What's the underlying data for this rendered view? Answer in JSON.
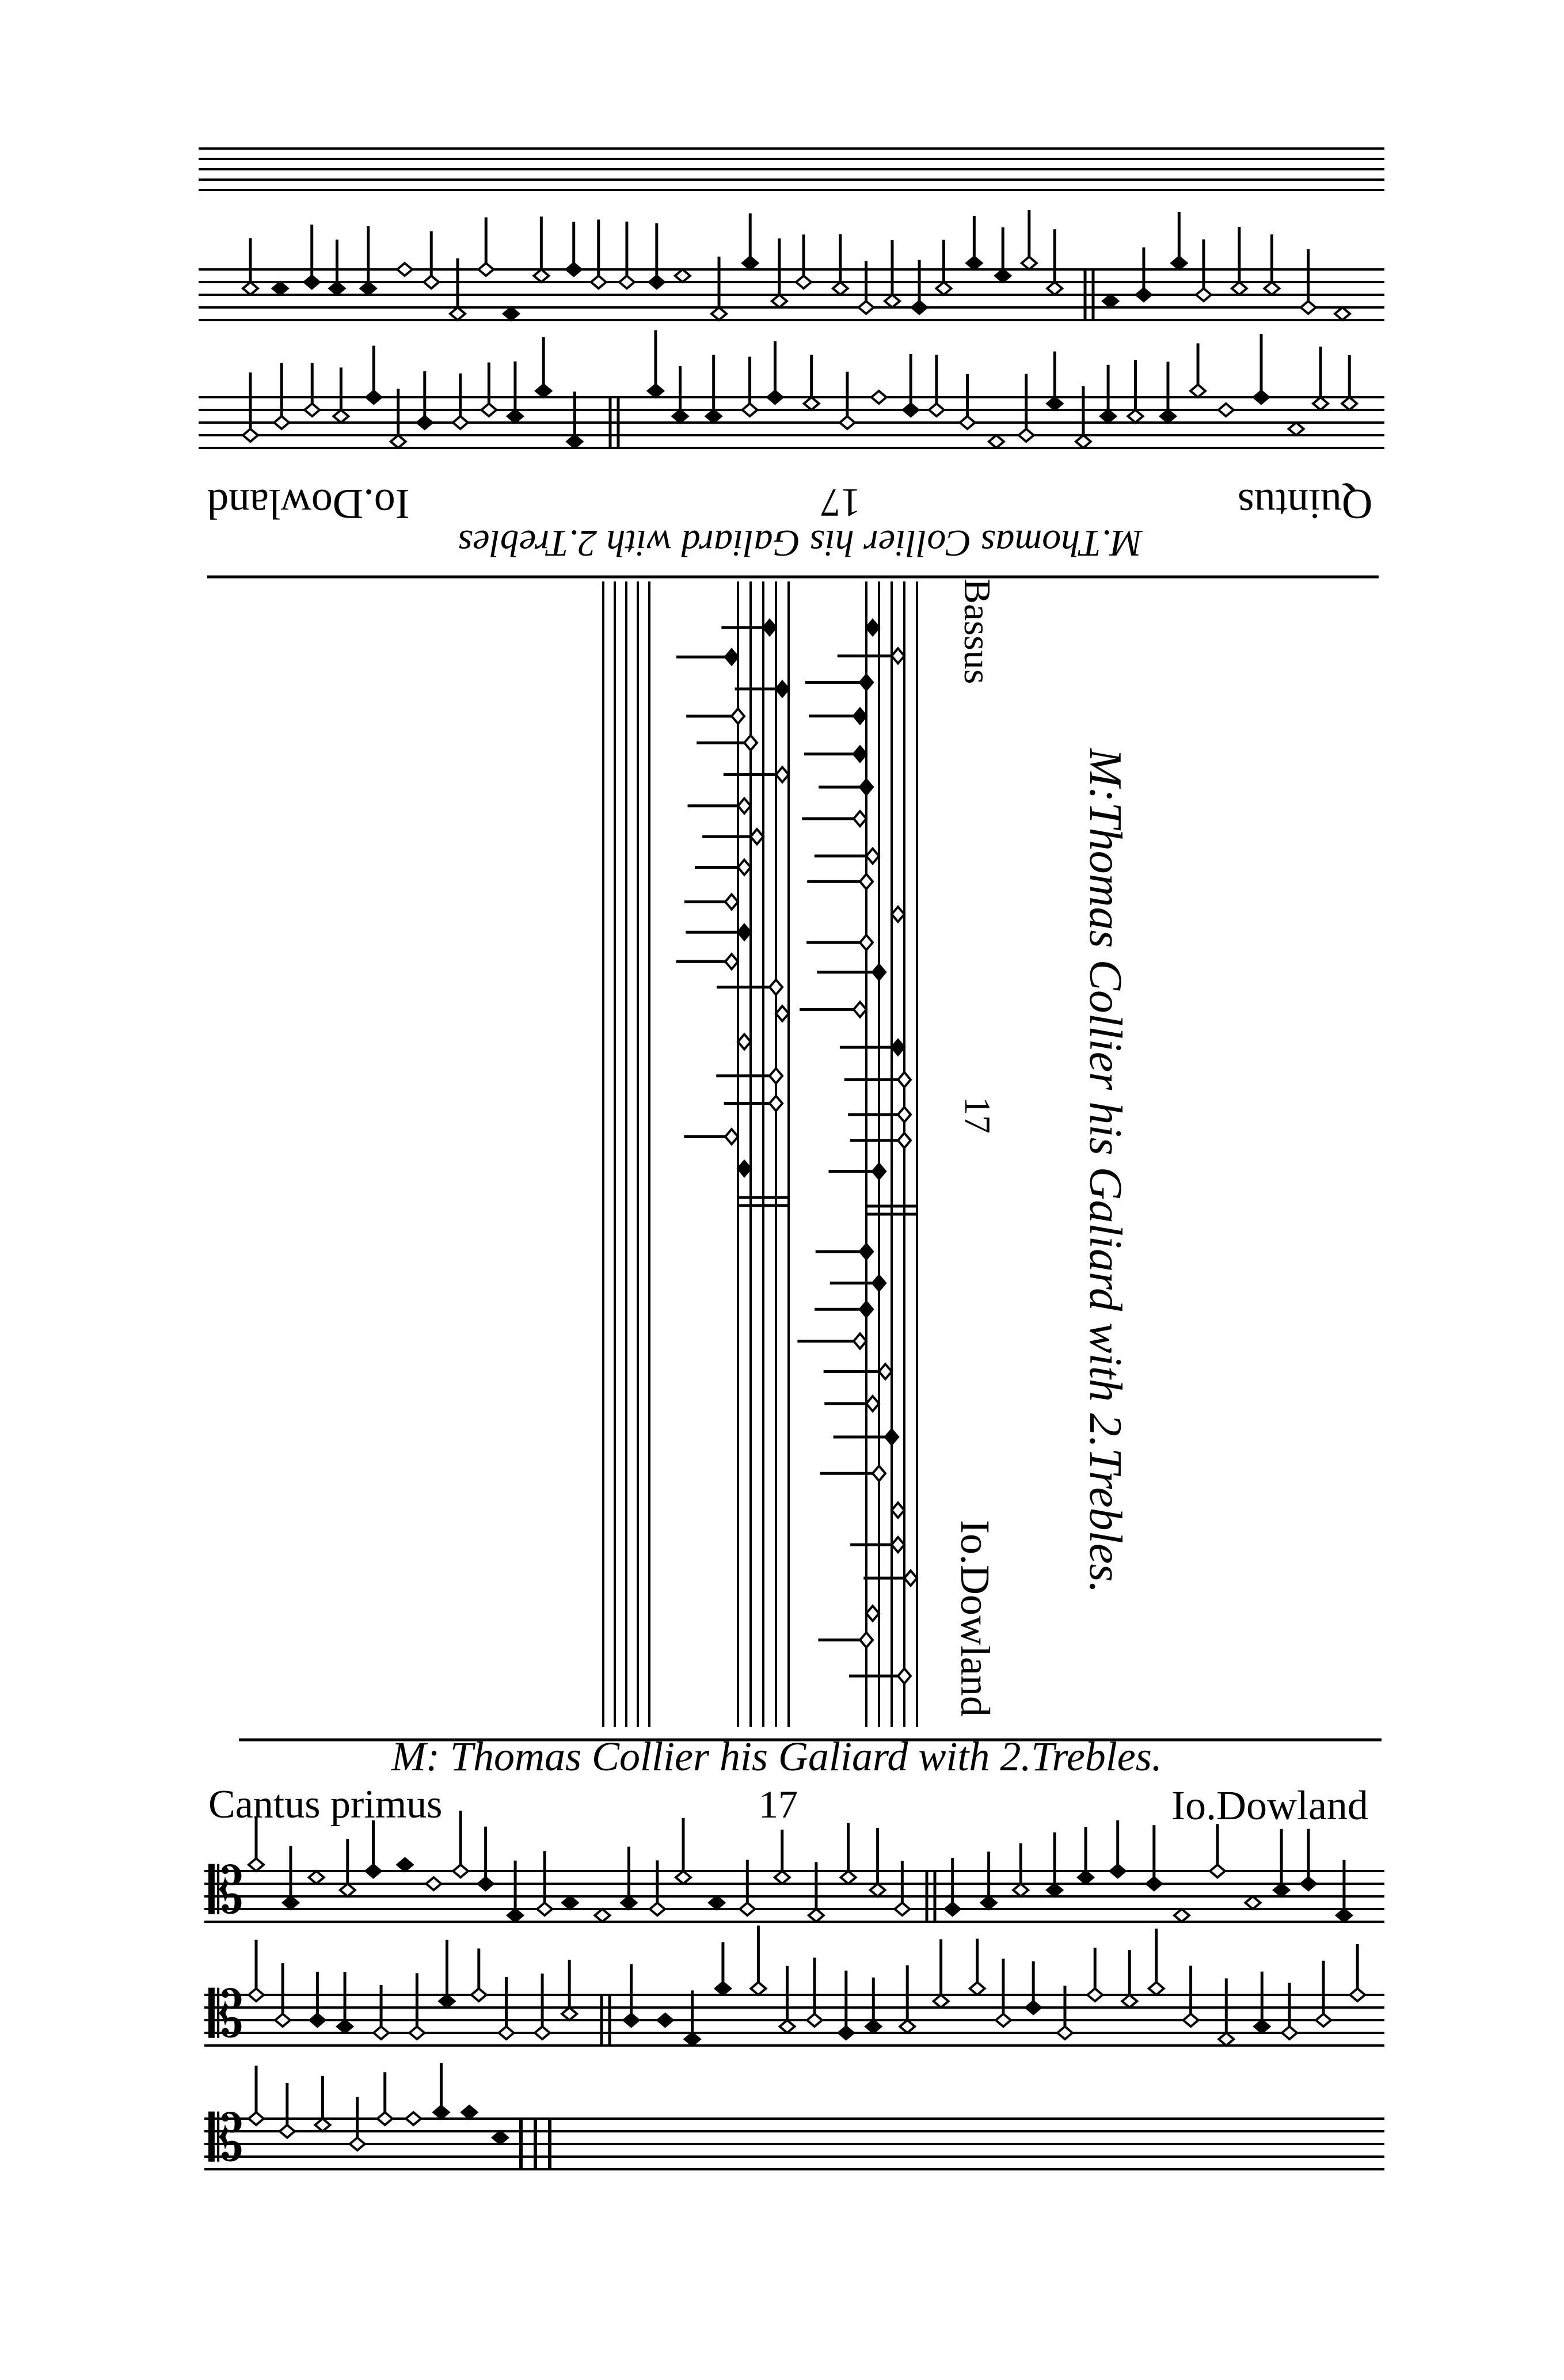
{
  "piece": {
    "title": "M. Thomas Collier his Galiard with 2. Trebles.",
    "number": "17",
    "composer": "Io.Dowland"
  },
  "parts": {
    "top": {
      "name": "Quintus",
      "title": "M.Thomas Collier his Galiard with 2.Trebles",
      "number": "17",
      "composer": "Io.Dowland"
    },
    "right": {
      "name": "Bassus",
      "title": "M:Thomas Collier his Galiard with 2.Trebles.",
      "number": "17",
      "composer": "Io.Dowland"
    },
    "bottom": {
      "name": "Cantus primus",
      "title": "M: Thomas Collier his Galiard with 2.Trebles.",
      "number": "17",
      "composer": "Io.Dowland"
    }
  },
  "colors": {
    "ink": "#000000",
    "paper": "#ffffff"
  }
}
